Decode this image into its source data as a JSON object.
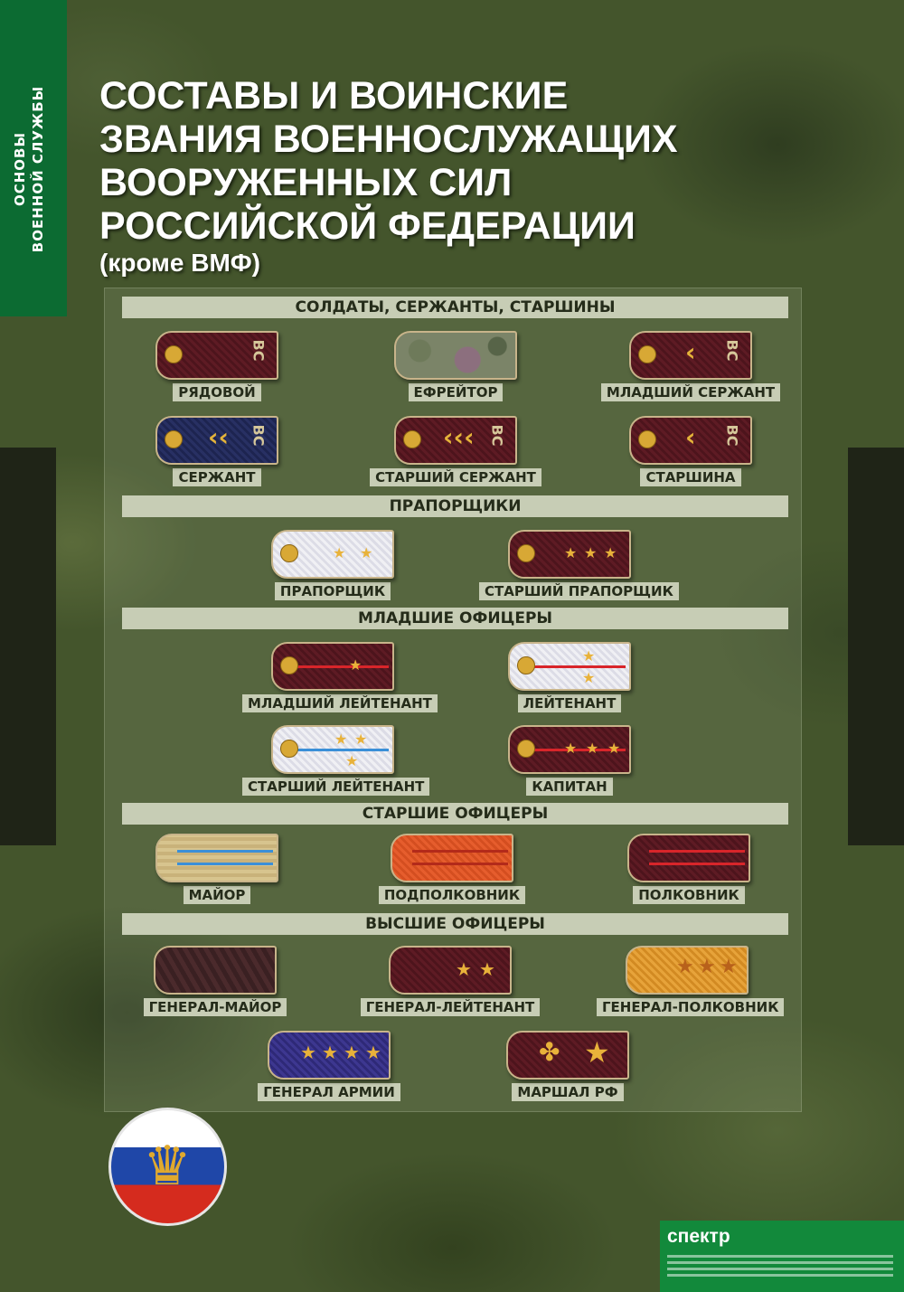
{
  "side_tab": {
    "line1": "ОСНОВЫ",
    "line2": "ВОЕННОЙ СЛУЖБЫ"
  },
  "title": {
    "lines": [
      "СОСТАВЫ И ВОИНСКИЕ",
      "ЗВАНИЯ ВОЕННОСЛУЖАЩИХ",
      "ВООРУЖЕННЫХ СИЛ",
      "РОССИЙСКОЙ ФЕДЕРАЦИИ"
    ],
    "subtitle": "(кроме ВМФ)"
  },
  "sections": {
    "soldiers": "СОЛДАТЫ, СЕРЖАНТЫ, СТАРШИНЫ",
    "warrant": "ПРАПОРЩИКИ",
    "junior_officers": "МЛАДШИЕ ОФИЦЕРЫ",
    "senior_officers": "СТАРШИЕ ОФИЦЕРЫ",
    "higher_officers": "ВЫСШИЕ ОФИЦЕРЫ"
  },
  "ranks": {
    "private": "РЯДОВОЙ",
    "efreitor": "ЕФРЕЙТОР",
    "jr_sergeant": "МЛАДШИЙ СЕРЖАНТ",
    "sergeant": "СЕРЖАНТ",
    "sr_sergeant": "СТАРШИЙ СЕРЖАНТ",
    "starshina": "СТАРШИНА",
    "praporshchik": "ПРАПОРЩИК",
    "sr_praporshchik": "СТАРШИЙ ПРАПОРЩИК",
    "jr_lieutenant": "МЛАДШИЙ ЛЕЙТЕНАНТ",
    "lieutenant": "ЛЕЙТЕНАНТ",
    "sr_lieutenant": "СТАРШИЙ ЛЕЙТЕНАНТ",
    "captain": "КАПИТАН",
    "major": "МАЙОР",
    "lt_colonel": "ПОДПОЛКОВНИК",
    "colonel": "ПОЛКОВНИК",
    "gen_major": "ГЕНЕРАЛ-МАЙОР",
    "gen_lieutenant": "ГЕНЕРАЛ-ЛЕЙТЕНАНТ",
    "gen_colonel": "ГЕНЕРАЛ-ПОЛКОВНИК",
    "gen_army": "ГЕНЕРАЛ АРМИИ",
    "marshal": "МАРШАЛ РФ"
  },
  "board_mark": "ВС",
  "footer": {
    "brand": "спектр"
  },
  "colors": {
    "green_tab": "#0c6b32",
    "section_bar": "#c7cdb5",
    "maroon": "#5e1b24",
    "navy": "#283063",
    "gold": "#e3b64a",
    "red_stripe": "#d8252a"
  },
  "icons": [
    "state-emblem-icon",
    "star-icon",
    "chevron-icon"
  ]
}
